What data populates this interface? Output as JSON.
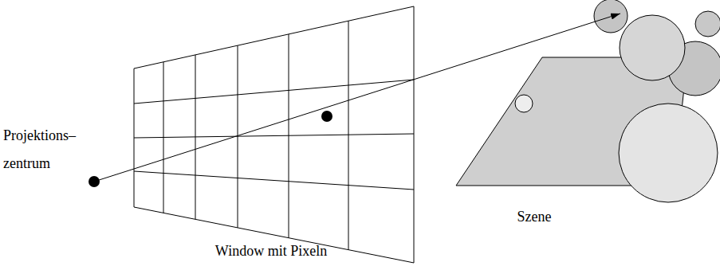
{
  "diagram": {
    "labels": [
      "Projektions– zentrum",
      "Window mit Pixeln",
      "Szene"
    ]
  }
}
